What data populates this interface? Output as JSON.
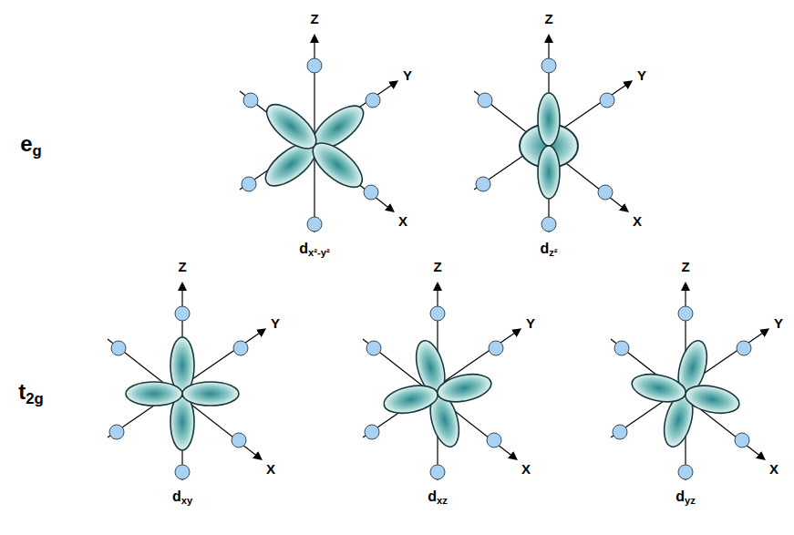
{
  "diagram": {
    "labels": [
      "eg",
      "Z",
      "Y",
      "X",
      "dx²-y²",
      "Z",
      "Y",
      "X",
      "dz²",
      "t2g",
      "Z",
      "Y",
      "X",
      "dxy",
      "Z",
      "Y",
      "X",
      "dxz",
      "Z",
      "Y",
      "X",
      "dyz"
    ]
  }
}
